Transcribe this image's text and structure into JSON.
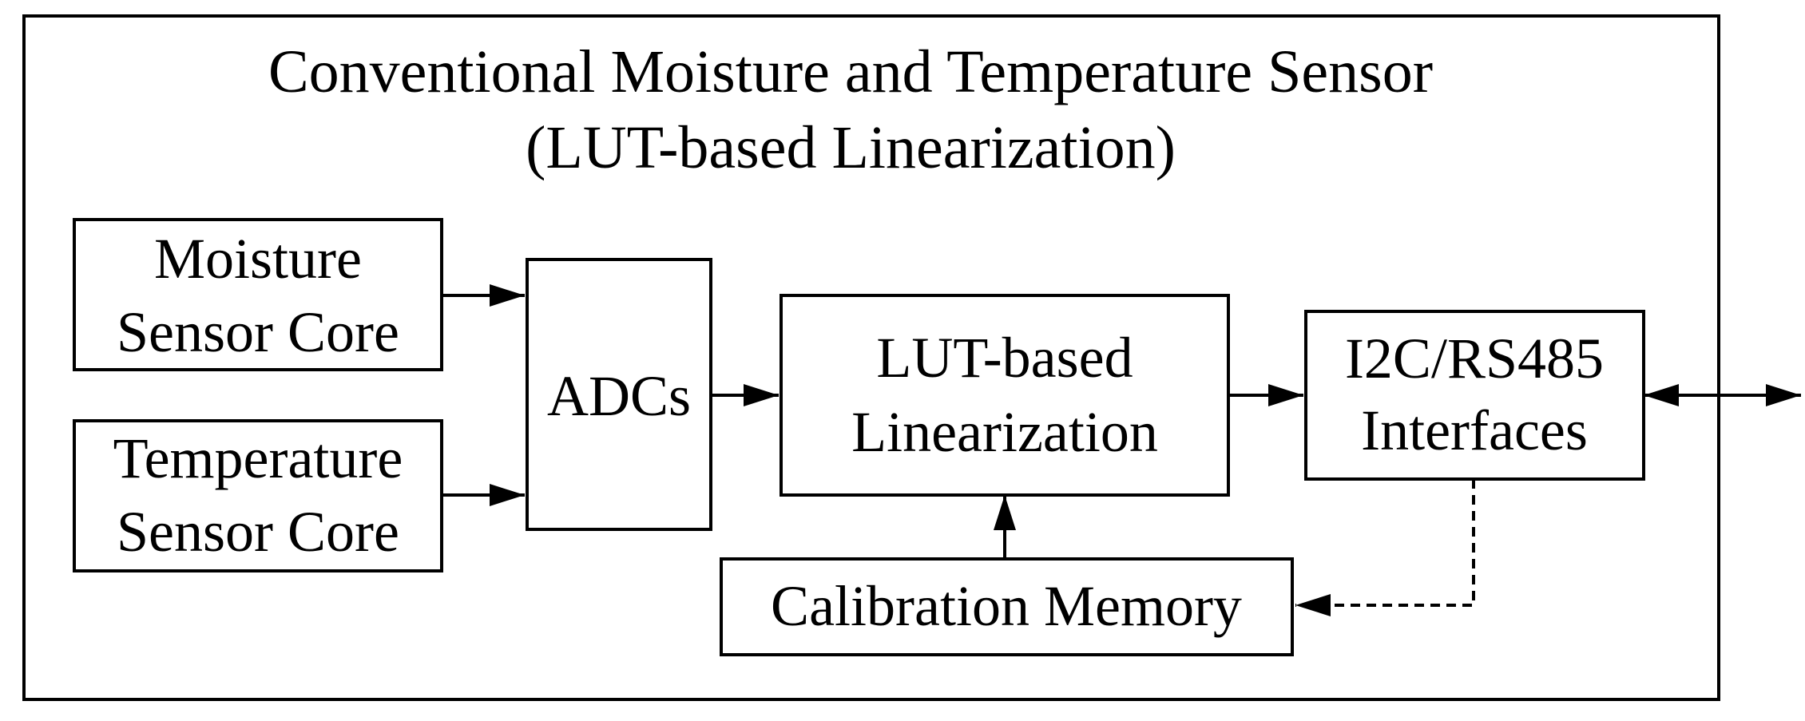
{
  "diagram": {
    "title_line1": "Conventional Moisture and Temperature Sensor",
    "title_line2": "(LUT-based Linearization)",
    "blocks": {
      "moisture": [
        "Moisture",
        "Sensor Core"
      ],
      "temperature": [
        "Temperature",
        "Sensor Core"
      ],
      "adcs": "ADCs",
      "lut": [
        "LUT-based",
        "Linearization"
      ],
      "interfaces": [
        "I2C/RS485",
        "Interfaces"
      ],
      "calibration": "Calibration Memory"
    }
  }
}
